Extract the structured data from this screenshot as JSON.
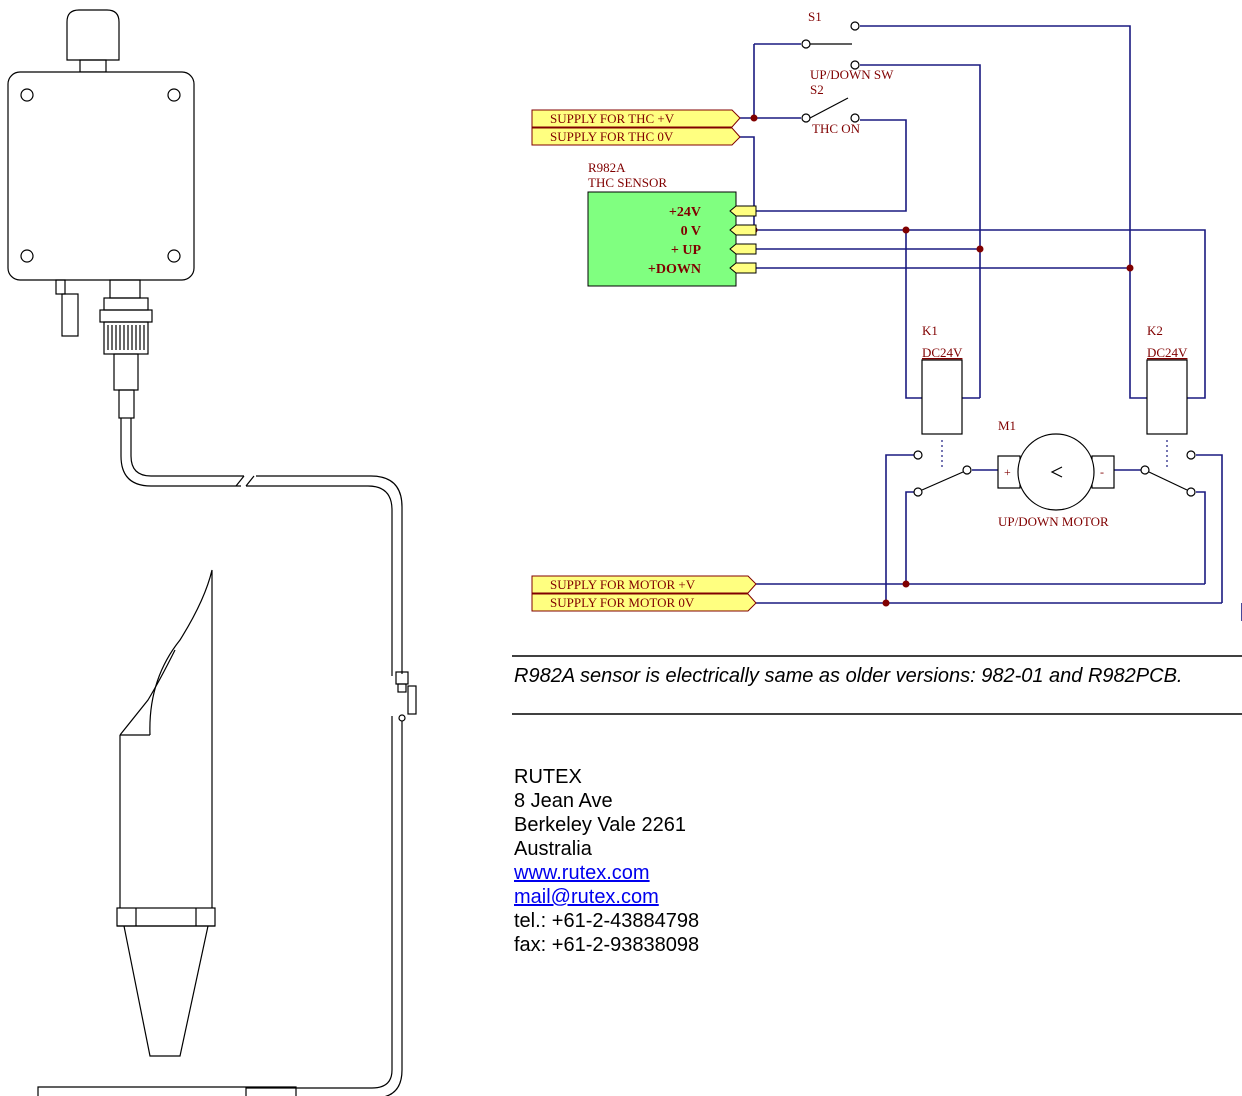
{
  "schematic": {
    "labels": {
      "supply_thc_pos": "SUPPLY FOR THC +V",
      "supply_thc_neg": "SUPPLY FOR THC 0V",
      "sensor_model": "R982A",
      "sensor_name": "THC SENSOR",
      "pin_24v": "+24V",
      "pin_0v": "0 V",
      "pin_up": "+ UP",
      "pin_down": "+DOWN",
      "s1": "S1",
      "s1_name": "UP/DOWN SW",
      "s2": "S2",
      "s2_name": "THC ON",
      "k1": "K1",
      "k1_type": "DC24V",
      "k2": "K2",
      "k2_type": "DC24V",
      "m1": "M1",
      "m1_name": "UP/DOWN MOTOR",
      "motor_plus": "+",
      "motor_minus": "-",
      "supply_motor_pos": "SUPPLY FOR MOTOR +V",
      "supply_motor_neg": "SUPPLY FOR MOTOR 0V"
    },
    "colors": {
      "wire": "#1a1a80",
      "junction": "#800000",
      "label_fill": "#ffff80",
      "label_text": "#800000",
      "sensor_fill": "#80ff80"
    }
  },
  "note": "R982A sensor is electrically same as older versions: 982-01 and R982PCB.",
  "address": {
    "company": "RUTEX",
    "street": "8 Jean Ave",
    "city": "Berkeley Vale 2261",
    "country": "Australia",
    "website": "www.rutex.com",
    "email": "mail@rutex.com",
    "tel": "tel.: +61-2-43884798",
    "fax": "fax: +61-2-93838098"
  }
}
